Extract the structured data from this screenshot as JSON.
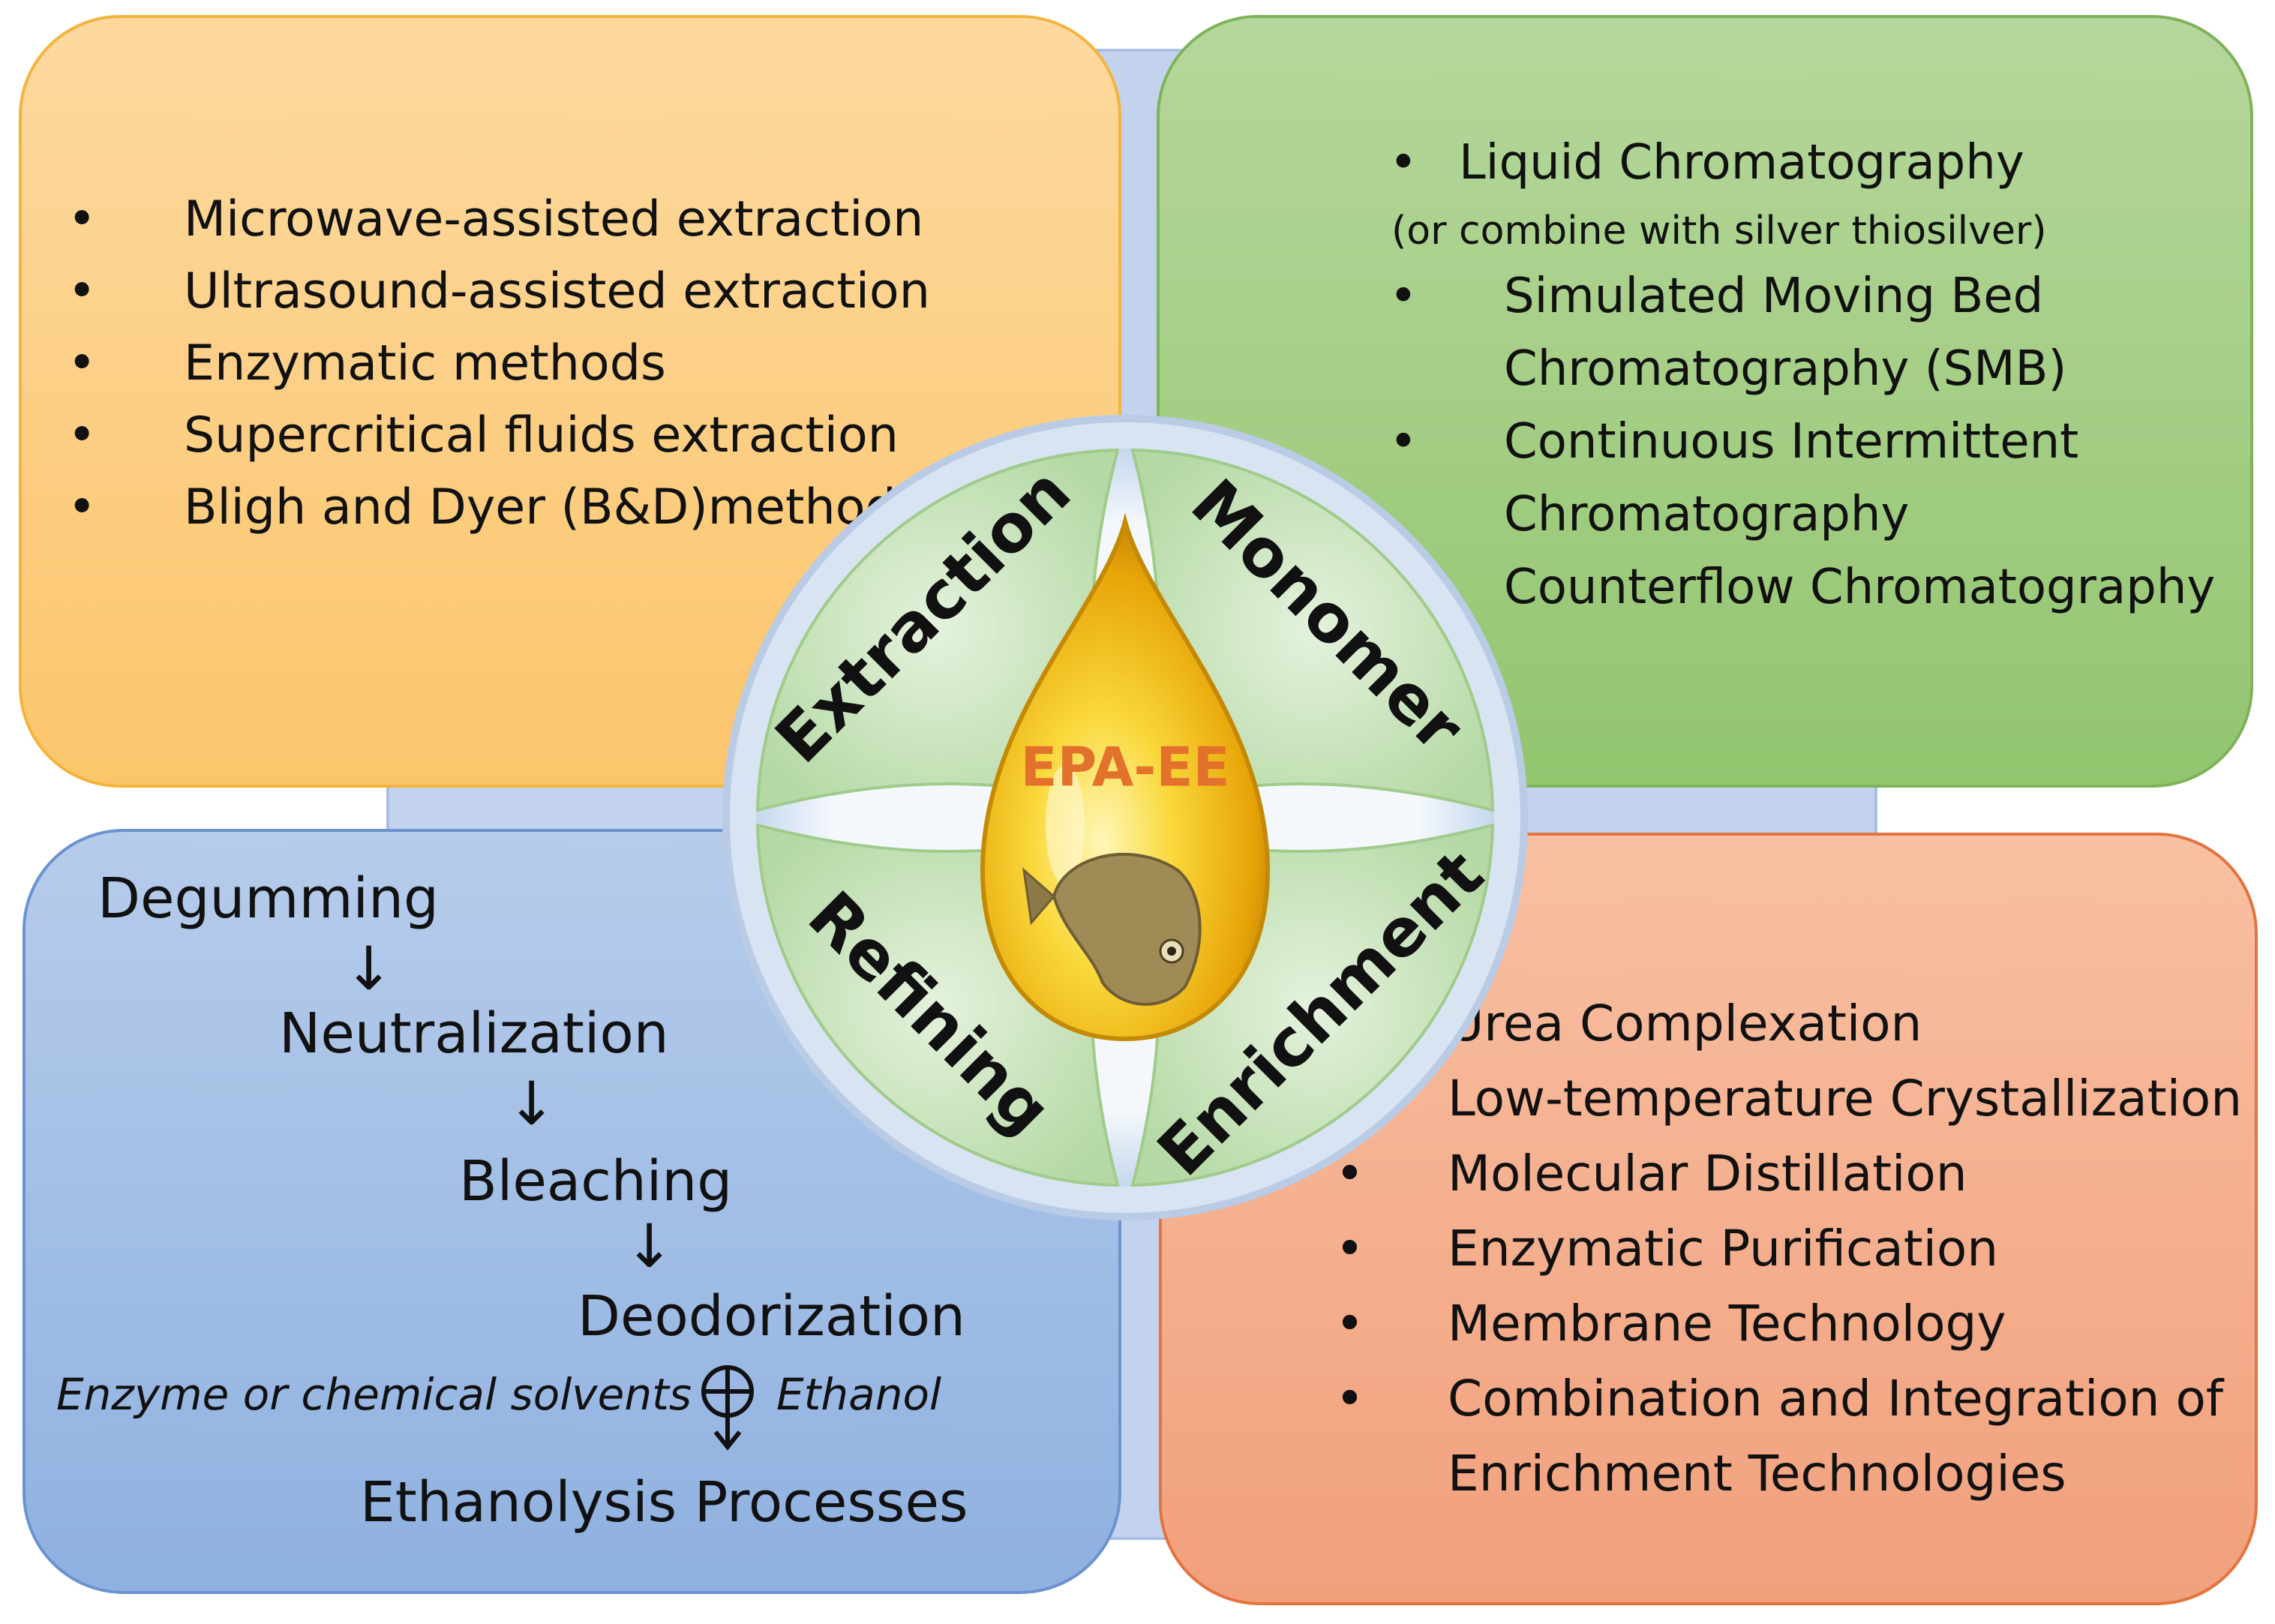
{
  "extraction": {
    "label": "Extraction",
    "items": [
      "Microwave-assisted extraction",
      "Ultrasound-assisted extraction",
      "Enzymatic methods",
      "Supercritical fluids extraction",
      "Bligh and Dyer (B&D)method"
    ]
  },
  "monomer": {
    "label": "Monomer",
    "item_1": "Liquid Chromatography",
    "item_1_note": "(or combine with silver thiosilver)",
    "item_2_line1": "Simulated Moving Bed",
    "item_2_line2": "Chromatography (SMB)",
    "item_3_line1": "Continuous Intermittent",
    "item_3_line2": "Chromatography",
    "item_4": "Counterflow Chromatography"
  },
  "refining": {
    "label": "Refining",
    "steps": [
      "Degumming",
      "Neutralization",
      "Bleaching",
      "Deodorization"
    ],
    "reagent_left": "Enzyme or chemical solvents",
    "reagent_right": "Ethanol",
    "final": "Ethanolysis Processes"
  },
  "enrichment": {
    "label": "Enrichment",
    "items": [
      "Urea Complexation",
      "Low-temperature Crystallization",
      "Molecular Distillation",
      "Enzymatic Purification",
      "Membrane Technology",
      "Combination and Integration of"
    ],
    "item_6_line2": "Enrichment Technologies"
  },
  "center": {
    "label": "EPA-EE"
  },
  "symbols": {
    "bullet": "•",
    "arrow_down": "↓"
  },
  "colors": {
    "extraction_box": "#fbc56b",
    "monomer_box": "#93c56f",
    "refining_box": "#8fb1e0",
    "enrichment_box": "#f1a07c",
    "center_label": "#e2712b",
    "drop_gold": "#f6c21b"
  },
  "icons": {
    "center": "oil-drop-icon",
    "fish": "fish-icon",
    "plus": "circled-plus-icon"
  }
}
